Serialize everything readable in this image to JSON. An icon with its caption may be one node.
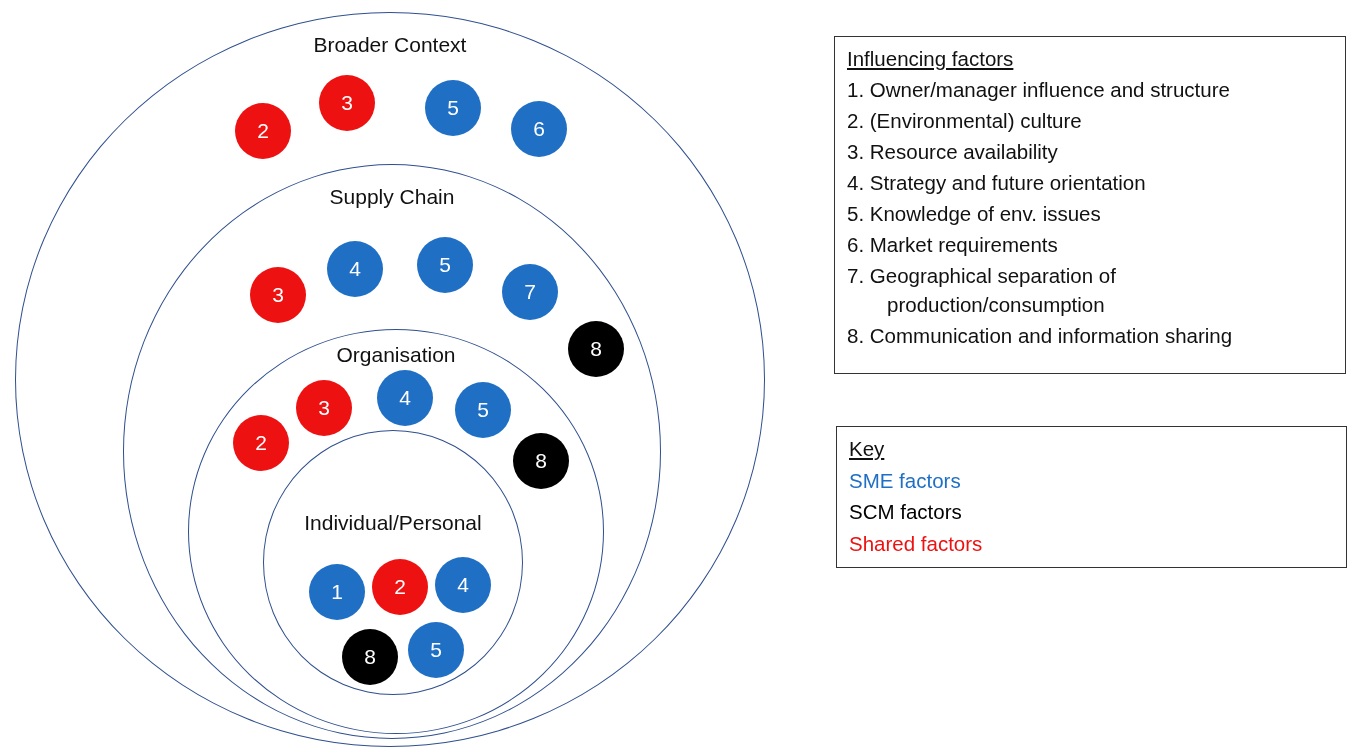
{
  "diagram": {
    "nodes": [
      {
        "text": [
          "Broader Context"
        ]
      },
      {
        "text": [
          "2"
        ],
        "in": 0
      },
      {
        "text": [
          "3"
        ],
        "in": 0
      },
      {
        "text": [
          "5"
        ],
        "in": 0
      },
      {
        "text": [
          "6"
        ],
        "in": 0
      },
      {
        "text": [
          "Supply Chain"
        ],
        "in": 0
      },
      {
        "text": [
          "3"
        ],
        "in": 5
      },
      {
        "text": [
          "4"
        ],
        "in": 5
      },
      {
        "text": [
          "5"
        ],
        "in": 5
      },
      {
        "text": [
          "7"
        ],
        "in": 5
      },
      {
        "text": [
          "8"
        ],
        "in": 5
      },
      {
        "text": [
          "Organisation"
        ],
        "in": 5
      },
      {
        "text": [
          "2"
        ],
        "in": 11
      },
      {
        "text": [
          "3"
        ],
        "in": 11
      },
      {
        "text": [
          "4"
        ],
        "in": 11
      },
      {
        "text": [
          "5"
        ],
        "in": 11
      },
      {
        "text": [
          "8"
        ],
        "in": 11
      },
      {
        "text": [
          "Individual/Personal"
        ],
        "in": 11
      },
      {
        "text": [
          "1"
        ],
        "in": 17
      },
      {
        "text": [
          "2"
        ],
        "in": 17
      },
      {
        "text": [
          "4"
        ],
        "in": 17
      },
      {
        "text": [
          "8"
        ],
        "in": 17
      },
      {
        "text": [
          "5"
        ],
        "in": 17
      },
      {
        "text": [
          "Influencing factors",
          "1. Owner/manager influence and structure",
          "2. (Environmental) culture",
          "3. Resource availability",
          "4. Strategy and future orientation",
          "5. Knowledge of env. issues",
          "6. Market requirements",
          "7. Geographical separation of production/consumption",
          "8. Communication and information sharing"
        ]
      },
      {
        "text": [
          "Key"
        ]
      }
    ],
    "edges": [],
    "legend": [
      {
        "text": "SME factors",
        "color": "#1f6fc5"
      },
      {
        "text": "SCM factors",
        "color": "#000000"
      },
      {
        "text": "Shared factors",
        "color": "#ee1111"
      }
    ]
  }
}
